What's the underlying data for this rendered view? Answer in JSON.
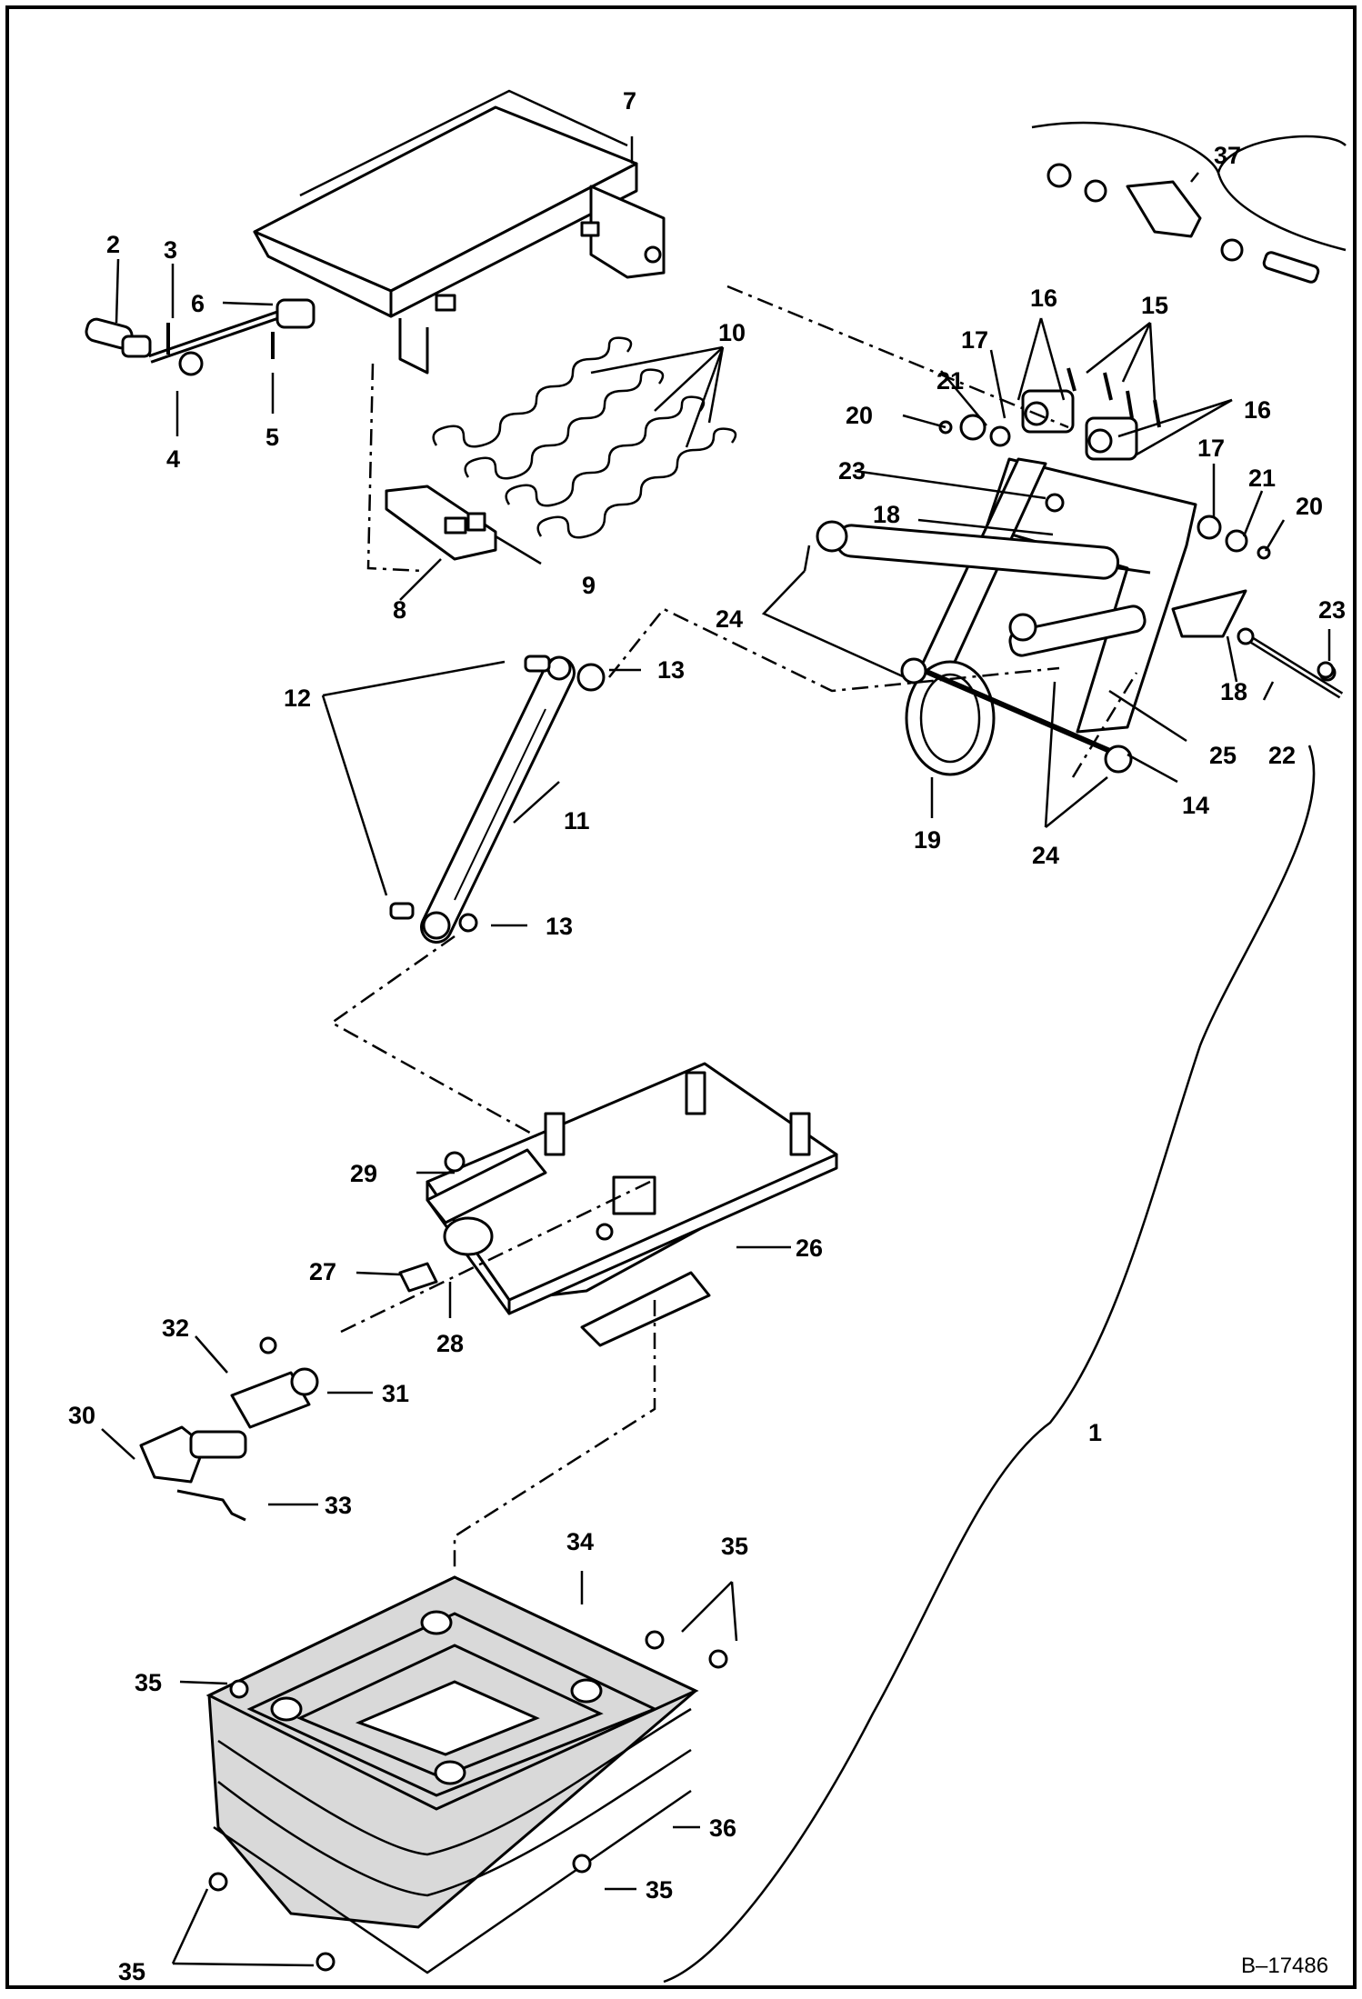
{
  "diagram": {
    "drawing_number": "B–17486",
    "callouts": {
      "c1": "1",
      "c2": "2",
      "c3": "3",
      "c4": "4",
      "c5": "5",
      "c6": "6",
      "c7": "7",
      "c8": "8",
      "c9": "9",
      "c10": "10",
      "c11": "11",
      "c12": "12",
      "c13a": "13",
      "c13b": "13",
      "c14": "14",
      "c15": "15",
      "c16a": "16",
      "c16b": "16",
      "c17a": "17",
      "c17b": "17",
      "c18a": "18",
      "c18b": "18",
      "c19": "19",
      "c20a": "20",
      "c20b": "20",
      "c21a": "21",
      "c21b": "21",
      "c22": "22",
      "c23a": "23",
      "c23b": "23",
      "c24a": "24",
      "c24b": "24",
      "c25": "25",
      "c26": "26",
      "c27": "27",
      "c28": "28",
      "c29": "29",
      "c30": "30",
      "c31": "31",
      "c32": "32",
      "c33": "33",
      "c34": "34",
      "c35a": "35",
      "c35b": "35",
      "c35c": "35",
      "c35d": "35",
      "c36": "36",
      "c37": "37"
    }
  }
}
